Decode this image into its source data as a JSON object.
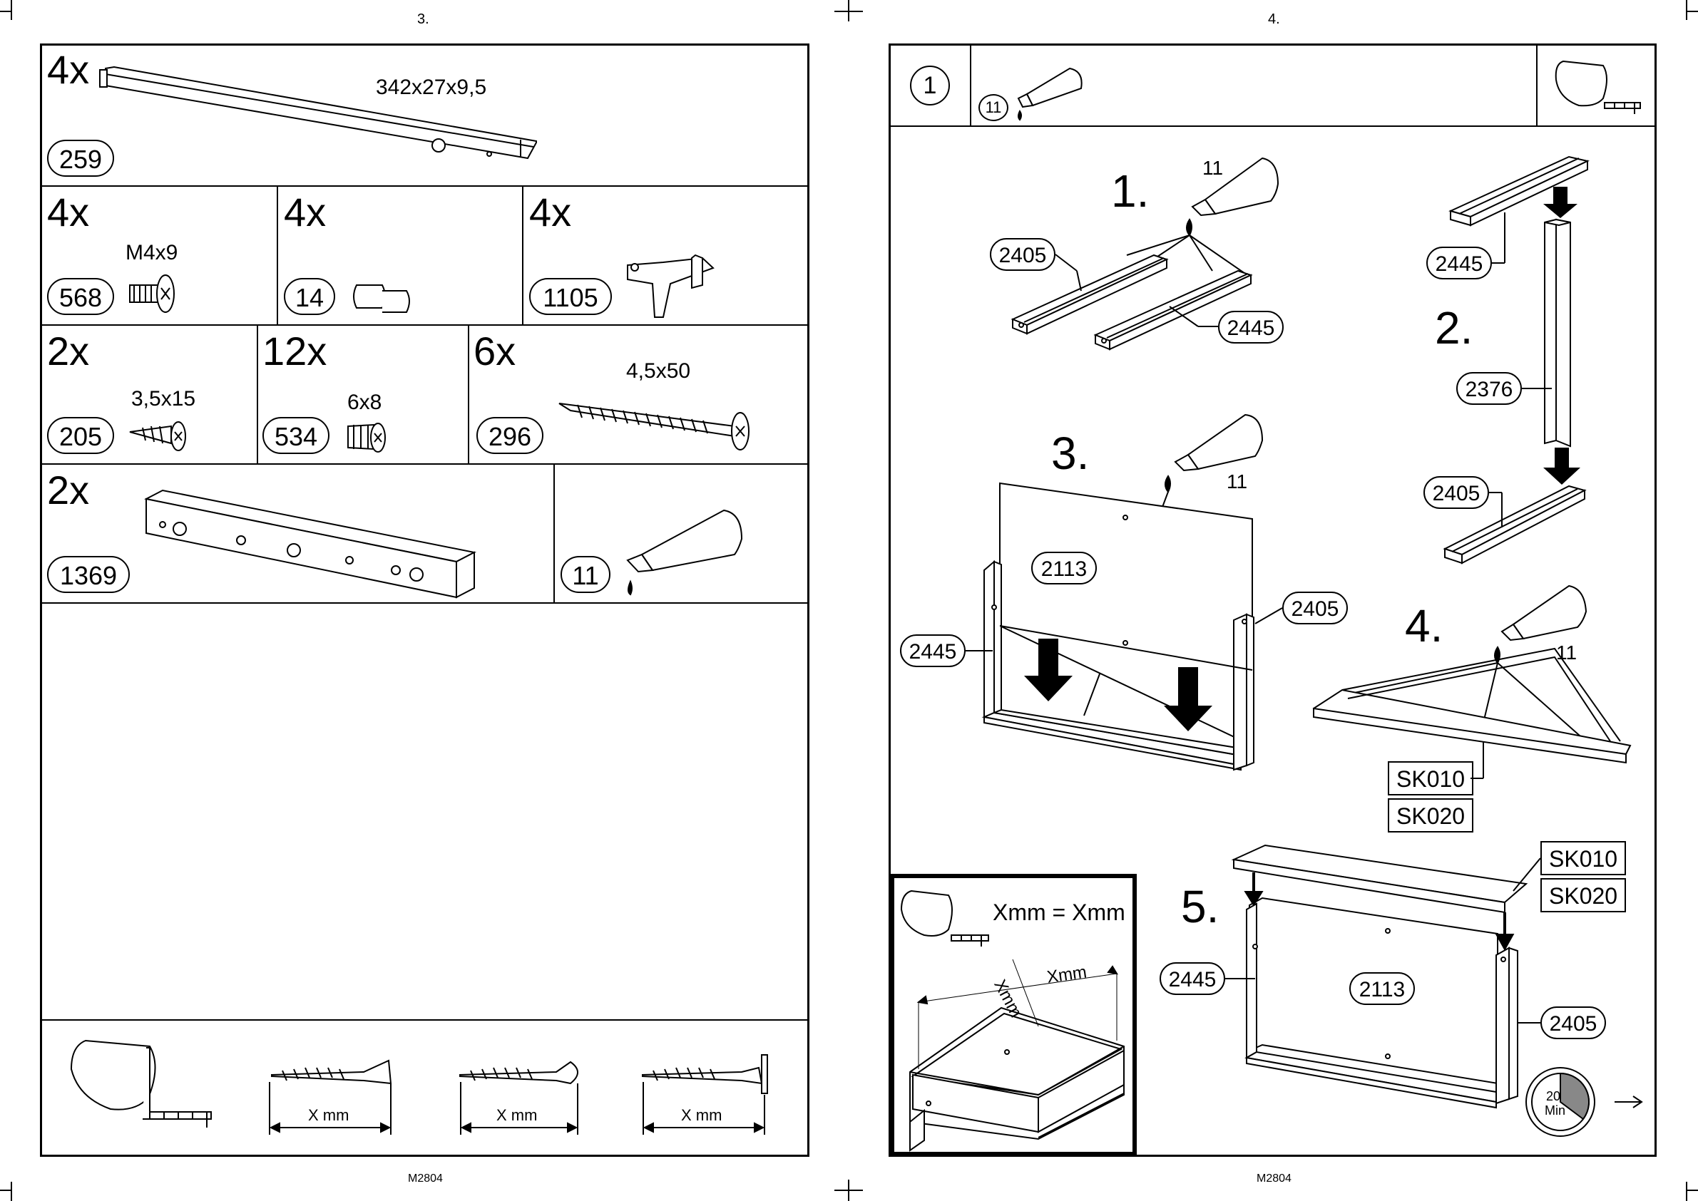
{
  "left_page": {
    "page_number": "3.",
    "footer_code": "M2804",
    "parts": [
      {
        "id": "p259",
        "qty": "4x",
        "code": "259",
        "dim": "342x27x9,5"
      },
      {
        "id": "p568",
        "qty": "4x",
        "code": "568",
        "dim": "M4x9"
      },
      {
        "id": "p14",
        "qty": "4x",
        "code": "14",
        "dim": ""
      },
      {
        "id": "p1105",
        "qty": "4x",
        "code": "1105",
        "dim": ""
      },
      {
        "id": "p205",
        "qty": "2x",
        "code": "205",
        "dim": "3,5x15"
      },
      {
        "id": "p534",
        "qty": "12x",
        "code": "534",
        "dim": "6x8"
      },
      {
        "id": "p296",
        "qty": "6x",
        "code": "296",
        "dim": "4,5x50"
      },
      {
        "id": "p1369",
        "qty": "2x",
        "code": "1369",
        "dim": ""
      },
      {
        "id": "p11",
        "qty": "",
        "code": "11",
        "dim": ""
      }
    ],
    "measure_labels": [
      "X mm",
      "X mm",
      "X mm"
    ]
  },
  "right_page": {
    "page_number": "4.",
    "footer_code": "M2804",
    "header": {
      "step_circle": "1",
      "glue_code": "11"
    },
    "steps": [
      {
        "num": "1.",
        "glue": "11",
        "labels": [
          "2405",
          "2445"
        ]
      },
      {
        "num": "2.",
        "labels": [
          "2445",
          "2376",
          "2405"
        ]
      },
      {
        "num": "3.",
        "glue": "11",
        "labels": [
          "2113",
          "2405",
          "2445"
        ]
      },
      {
        "num": "4.",
        "glue": "11",
        "labels": [
          "SK010",
          "SK020"
        ]
      },
      {
        "num": "5.",
        "labels": [
          "SK010",
          "SK020",
          "2445",
          "2113",
          "2405"
        ]
      }
    ],
    "inset": {
      "formula": "Xmm = Xmm",
      "diag_label": "Xmm",
      "width_label": "Xmm"
    },
    "timer": {
      "value": "20",
      "unit": "Min"
    }
  }
}
